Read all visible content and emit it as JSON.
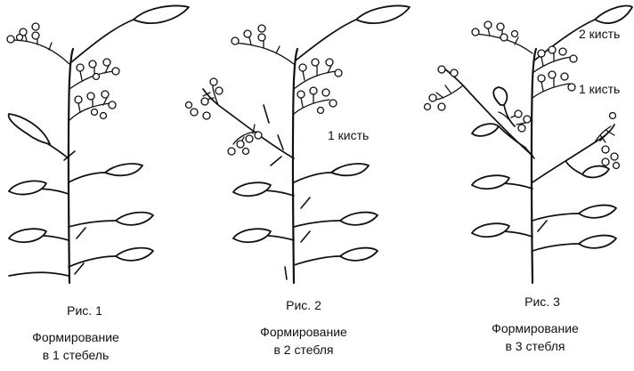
{
  "figures": [
    {
      "fig_label": "Рис. 1",
      "caption": [
        "Формирование",
        "в 1 стебель"
      ]
    },
    {
      "fig_label": "Рис. 2",
      "caption": [
        "Формирование",
        "в 2 стебля"
      ],
      "truss_labels": [
        "1 кисть"
      ]
    },
    {
      "fig_label": "Рис. 3",
      "caption": [
        "Формирование",
        "в 3 стебля"
      ],
      "truss_labels": [
        "2 кисть",
        "1 кисть"
      ]
    }
  ]
}
